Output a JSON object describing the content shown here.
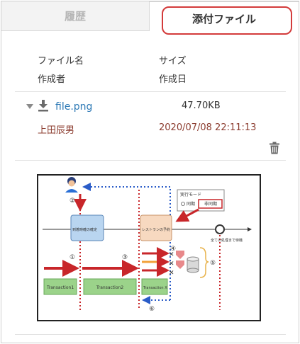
{
  "tabs": {
    "history": "履歴",
    "attachments": "添付ファイル"
  },
  "columns": {
    "file_name": "ファイル名",
    "size": "サイズ",
    "creator": "作成者",
    "created_date": "作成日"
  },
  "attachment": {
    "file_name": "file.png",
    "size": "47.70KB",
    "creator": "上田辰男",
    "created_date": "2020/07/08 22:11:13"
  },
  "preview": {
    "mode_title": "実行モード",
    "mode_sync": "同期",
    "mode_async": "非同期",
    "step_left": "到着時確の確定",
    "step_mid": "レストランの予約",
    "end_note": "全ての処理まで待機",
    "tx1": "Transaction1",
    "tx2": "Transaction2",
    "tx_x": "Transaction X",
    "markers": [
      "②",
      "①",
      "③",
      "④",
      "⑤",
      "⑥"
    ]
  },
  "colors": {
    "accent_red": "#d33b3b",
    "link_blue": "#2b78b5",
    "meta_brown": "#8b3b2e"
  },
  "icons": [
    "download-icon",
    "expand-triangle-icon",
    "trash-icon"
  ]
}
